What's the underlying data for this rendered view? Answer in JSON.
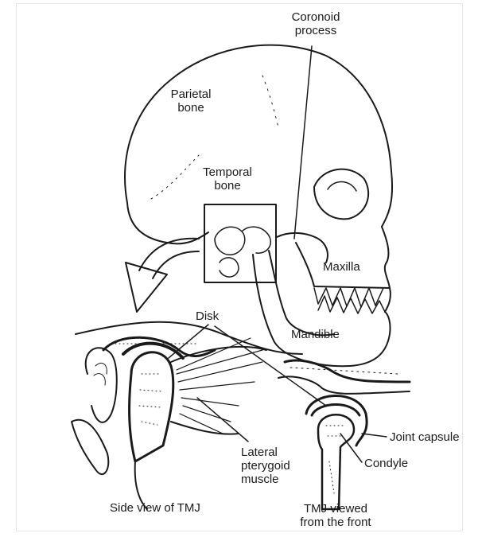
{
  "figure": {
    "labels": {
      "coronoid_process": [
        "Coronoid",
        "process"
      ],
      "parietal_bone": [
        "Parietal",
        "bone"
      ],
      "temporal_bone": [
        "Temporal",
        "bone"
      ],
      "maxilla": "Maxilla",
      "mandible": "Mandible",
      "disk": "Disk",
      "joint_capsule": "Joint capsule",
      "condyle": "Condyle",
      "lateral_pterygoid_muscle": [
        "Lateral",
        "pterygoid",
        "muscle"
      ]
    },
    "captions": {
      "side_view": "Side view of TMJ",
      "front_view": [
        "TMJ viewed",
        "from the front"
      ]
    },
    "colors": {
      "ink": "#1a1a1a",
      "background": "#ffffff"
    }
  }
}
